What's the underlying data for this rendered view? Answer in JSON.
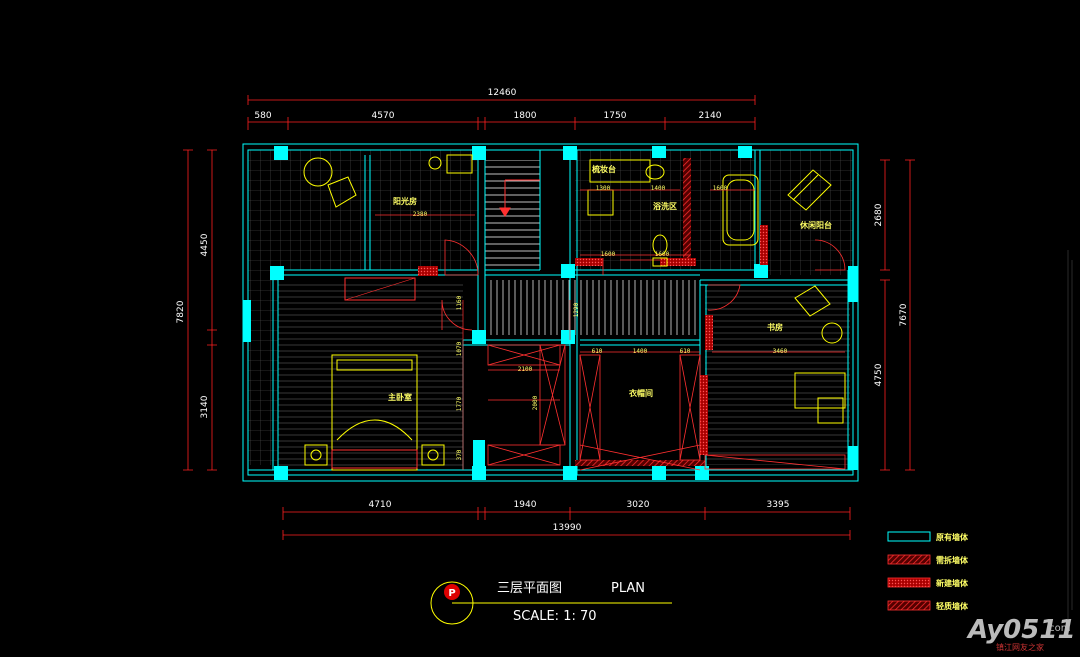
{
  "dimensions": {
    "top_total": "12460",
    "top_segments": [
      "580",
      "4570",
      "1800",
      "1750",
      "2140"
    ],
    "bottom_segments": [
      "4710",
      "1940",
      "3020",
      "3395"
    ],
    "bottom_total": "13990",
    "left_total": "7820",
    "left_segments": [
      "4450",
      "3140"
    ],
    "right_segments": [
      "2680",
      "4750"
    ],
    "right_total": "7670"
  },
  "rooms": {
    "sunroom": "阳光房",
    "wash_counter": "梳妆台",
    "bath_area": "浴洗区",
    "leisure_balcony": "休闲阳台",
    "study": "书房",
    "master_bedroom": "主卧室",
    "closet": "衣帽间"
  },
  "inner_dims": {
    "sunroom_w": "2380",
    "wash_1": "1300",
    "wash_2": "1400",
    "wash_3": "1600",
    "bath_1": "1600",
    "bath_2": "1600",
    "study_w": "3460",
    "corr_1": "1160",
    "corr_2": "1070",
    "corr_3": "1770",
    "corr_4": "370",
    "corr_5": "1290",
    "wardrobe_1": "2100",
    "wardrobe_2": "2000",
    "closet_1": "610",
    "closet_2": "1400",
    "closet_3": "610"
  },
  "title": {
    "symbol": "P",
    "cn": "三层平面图",
    "en": "PLAN",
    "scale": "SCALE: 1: 70"
  },
  "legend": [
    {
      "label": "原有墙体"
    },
    {
      "label": "需拆墙体"
    },
    {
      "label": "新建墙体"
    },
    {
      "label": "轻质墙体"
    }
  ],
  "watermark": {
    "logo": "Ay0511",
    "suffix": ".com",
    "tagline": "镇江网友之家"
  },
  "colors": {
    "background": "#000000",
    "wall": "#00ffff",
    "dimension": "#ff2020",
    "text": "#ffff66",
    "furniture": "#ffff00",
    "hatch": "#ff2222"
  }
}
